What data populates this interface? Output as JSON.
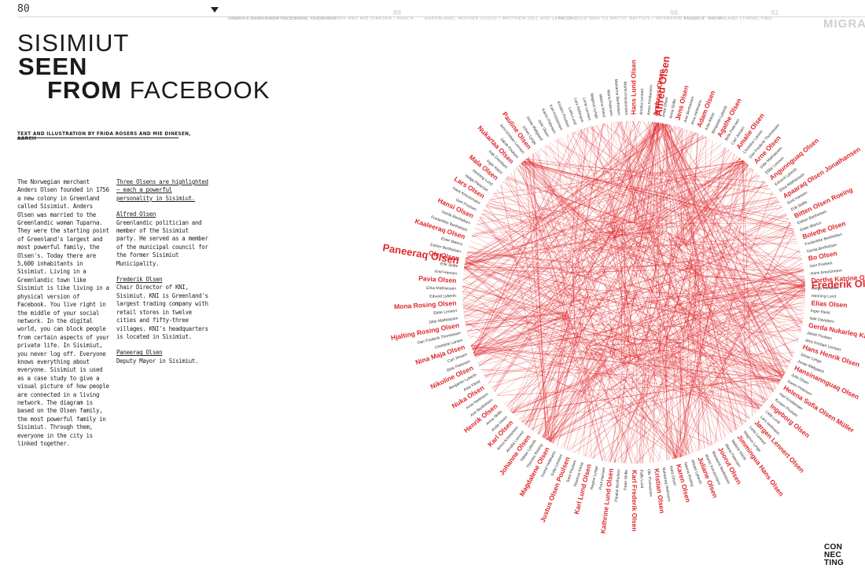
{
  "page": {
    "number": "80"
  },
  "nav": {
    "items": [
      {
        "num": "",
        "label": "Urban environments/Oceanic overview"
      },
      {
        "num": "",
        "label": "Sisimiut seen from Facebook/ Frida Rosers and Mie Dinesen / Aarch"
      },
      {
        "num": "88",
        "label": "Greenland, mother cloud / Matthew Jull and Lena Cho"
      },
      {
        "num": "",
        "label": "From cold war to arctic battles / Interview Klaus A. Holm"
      },
      {
        "num": "98",
        "label": "Project: Greenland connecting"
      },
      {
        "num": "92",
        "label": ""
      }
    ],
    "section_label": "MIGRA"
  },
  "article": {
    "title": {
      "line1": "SISIMIUT",
      "line2": "SEEN",
      "line3_bold": "FROM",
      "line3_thin": "FACEBOOK"
    },
    "credit": "Text and illustration by Frida Rosers and Mie Dinesen, Aarch",
    "col1": "The Norwegian merchant Anders Olsen founded in 1756 a new colony in Greenland called Sisimiut. Anders Olsen was married to the Greenlandic woman Tuparna. They were the starting point of Greenland's largest and most powerful family, the Olsen's. Today there are 5,600 inhabitants in Sisimiut. Living in a Greenlandic town like Sisimiut is like living in a physical version of Facebook. You live right in the middle of your social network. In the digital world, you can block people from certain aspects of your private life. In Sisimiut, you never log off. Everyone knows everything about everyone. Sisimiut is used as a case study to give a visual picture of how people are connected in a living network. The diagram is based on the Olsen family, the most powerful family in Sisimiut. Through them, everyone in the city is linked together.",
    "col2": {
      "intro": "Three Olsens are highlighted — each a powerful personality in Sisimiut.",
      "persons": [
        {
          "name": "Alfred Olsen",
          "desc": "Greenlandic politician and member of the Sisimiut party. He served as a member of the municipal council for the former Sisimiut Municipality."
        },
        {
          "name": "Frederik Olsen",
          "desc": "Chair Director of KNI, Sisimiut. KNI is Greenland's largest trading company with retail stores in twelve cities and fifty-three villages. KNI's headquarters is located in Sisimiut."
        },
        {
          "name": "Paneeraq Olsen",
          "desc": "Deputy Mayor in Sisimiut."
        }
      ]
    }
  },
  "diagram": {
    "accent_color": "#e0262b",
    "highlighted": [
      "Alfred Olsen",
      "Frederik Olsen",
      "Paneeraq Olsen"
    ],
    "red_names": [
      "Hans Lund Olsen",
      "Andreas Olsen",
      "Jens Olsen",
      "Adam Olsen",
      "Agathe Olsen",
      "Amalie Olsen",
      "Arne Olsen",
      "Angunnguaq Olsen",
      "Apaaraq Olsen Jonathansen",
      "Bitten Olsen Roeing",
      "Bolethe Olsen",
      "Bo Olsen",
      "Dorthe Katrine Olsen",
      "Elias Olsen",
      "Gerda Nukarleq Kasik Olsen-Holm",
      "Hans Henrik Olsen",
      "Hansinannguaq Olsen",
      "Helena Sofia Olsen Müller",
      "Ingeborg Olsen",
      "Jørgen Lennert Olsen",
      "Jimmingua Hans Olsen",
      "Joorut Olsen",
      "Juliane Olsen",
      "Karen Olsen",
      "Kristian Olsen",
      "Karl Frederik Olsen",
      "Kathrine Lund Olsen",
      "Karl Lund Olsen",
      "Justus Olsen Poulsen",
      "Magdalene Olsen",
      "Johanne Olsen",
      "Karl Olsen",
      "Henrik Olsen",
      "Nuka Olsen",
      "Nikoline Olsen",
      "Nina Maja Olsen",
      "Hjalting Rosing Olsen",
      "Mona Rosing Olsen",
      "Pavia Olsen",
      "Ole Olsen",
      "Kaaleeraq Olsen",
      "Hansi Olsen",
      "Lars Olsen",
      "Mala Olsen",
      "Nukartaa Olsen",
      "Paneeraq Olsen",
      "Pauline Olsen"
    ],
    "gray_names": [
      "Amalia Lennert",
      "Amos Kristiansen",
      "Anda Olsen",
      "Anna Skifte",
      "Ane Berthelsen",
      "Arne Heilmann",
      "Asta Kleist",
      "Benjamin Lyberth",
      "Birte Petersen",
      "Carl Jensen",
      "Christine Larsen",
      "Dan Frederik Thomassen",
      "Ditte Mathiassen",
      "Ebbe Lennert",
      "Edvard Lyberth",
      "Elisa Mathiassen",
      "Emil Hansen",
      "Erik Skifte",
      "Esther Berthelsen",
      "Ester Bianco",
      "Frederikke Berthelsen",
      "Gerda Berthelsen",
      "Gert Poulsen",
      "Hans Kreutzmann",
      "Helga Fleischer",
      "Henning Lund",
      "Inger Kleist",
      "Isak Davidsen",
      "Jakob Poulsen",
      "Jens Kristian Lennert",
      "Johan Lynge",
      "Jonas Mølgaard",
      "Julie Olsen",
      "Karen Petersen",
      "Karl Kristiansen",
      "Kirsten Poulsen",
      "Laila Lund",
      "Lars Heilmann",
      "Lene Lennert",
      "Magnus Lynge",
      "Malene Kleist",
      "Maria Petersen",
      "Marianne Berthelsen",
      "Martin Kreutzmann",
      "Mikael Lyberth",
      "Nanna Rosing",
      "Niels Olsen",
      "Nukaaraq Heilmann",
      "Ole Thomassen",
      "Palle Lund",
      "Peter Skifte",
      "Pipaluk Berthelsen",
      "Poul Hansen",
      "Regine Lynge",
      "Rasmus Kleist",
      "Sara Poulsen",
      "Sofie Lennert",
      "Svend Heilmann",
      "Thomas Rosing",
      "Tobias Lyberth"
    ]
  },
  "logo": {
    "lines": [
      "CON",
      "NEC",
      "TING"
    ]
  }
}
